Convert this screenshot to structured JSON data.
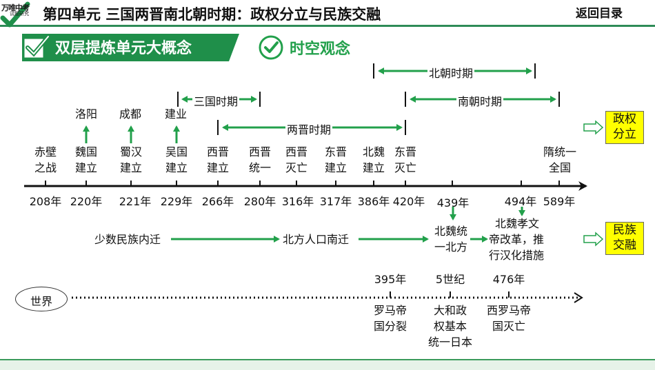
{
  "header": {
    "logo_text": "万唯中考",
    "logo_sub": "试题研究",
    "title": "第四单元    三国两晋南北朝时期：政权分立与民族交融",
    "return_label": "返回目录"
  },
  "banner": {
    "label": "双层提炼单元大概念"
  },
  "section": {
    "label": "时空观念"
  },
  "periods": {
    "northern": "北朝时期",
    "southern": "南朝时期",
    "three_kingdoms": "三国时期",
    "two_jin": "两晋时期"
  },
  "capitals": {
    "luoyang": "洛阳",
    "chengdu": "成都",
    "jianye": "建业"
  },
  "events": [
    {
      "l1": "赤壁",
      "l2": "之战",
      "year": "208年"
    },
    {
      "l1": "魏国",
      "l2": "建立",
      "year": "220年"
    },
    {
      "l1": "蜀汉",
      "l2": "建立",
      "year": "221年"
    },
    {
      "l1": "吴国",
      "l2": "建立",
      "year": "229年"
    },
    {
      "l1": "西晋",
      "l2": "建立",
      "year": "266年"
    },
    {
      "l1": "西晋",
      "l2": "统一",
      "year": "280年"
    },
    {
      "l1": "西晋",
      "l2": "灭亡",
      "year": "316年"
    },
    {
      "l1": "东晋",
      "l2": "建立",
      "year": "317年"
    },
    {
      "l1": "北魏",
      "l2": "建立",
      "year": "386年"
    },
    {
      "l1": "东晋",
      "l2": "灭亡",
      "year": "420年"
    },
    {
      "l1": "隋统一",
      "l2": "全国",
      "year": "589年"
    }
  ],
  "lower_years": {
    "y439": "439年",
    "y494": "494年"
  },
  "migration": {
    "step1": "少数民族内迁",
    "step2": "北方人口南迁",
    "step3_l1": "北魏统",
    "step3_l2": "一北方",
    "step4_l1": "北魏孝文",
    "step4_l2": "帝改革，推",
    "step4_l3": "行汉化措施"
  },
  "themes": {
    "split_l1": "政权",
    "split_l2": "分立",
    "fusion_l1": "民族",
    "fusion_l2": "交融"
  },
  "world": {
    "label": "世界",
    "items": [
      {
        "year": "395年",
        "l1": "罗马帝",
        "l2": "国分裂",
        "l3": ""
      },
      {
        "year": "5世纪",
        "l1": "大和政",
        "l2": "权基本",
        "l3": "统一日本"
      },
      {
        "year": "476年",
        "l1": "西罗马帝",
        "l2": "国灭亡",
        "l3": ""
      }
    ]
  },
  "colors": {
    "accent": "#22a04b",
    "highlight": "#ffff00",
    "header_line": "#2e8b57"
  }
}
